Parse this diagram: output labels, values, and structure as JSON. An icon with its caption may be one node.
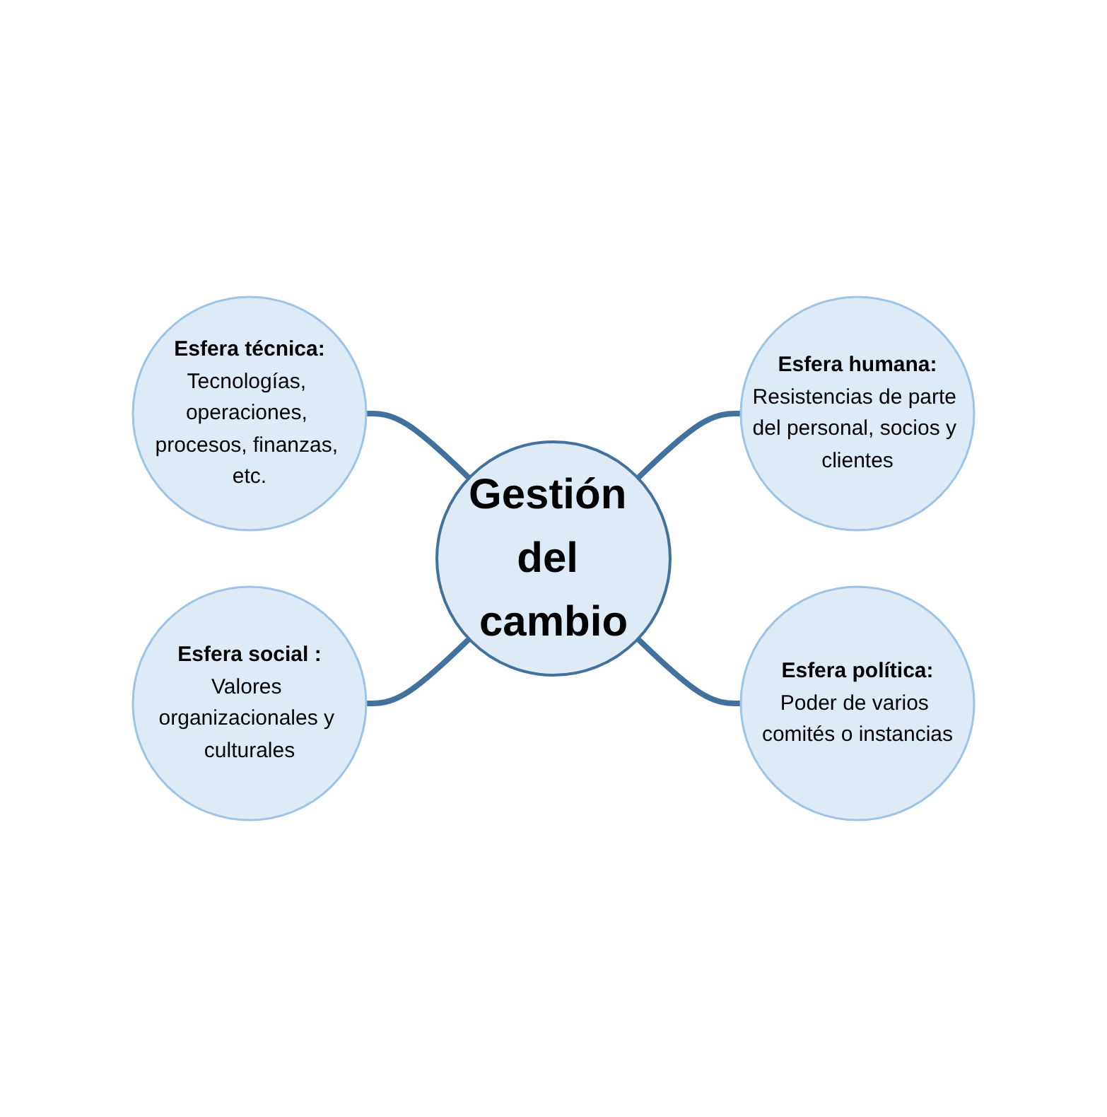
{
  "diagram": {
    "nodes": [
      {
        "text": [
          "Esfera técnica:",
          "Tecnologías, operaciones, procesos, finanzas, etc."
        ]
      },
      {
        "text": [
          "Esfera social :",
          "Valores organizacionales y culturales"
        ]
      },
      {
        "text": [
          "Gestión del cambio"
        ]
      },
      {
        "text": [
          "Esfera humana:",
          "Resistencias de parte del personal, socios y clientes"
        ]
      },
      {
        "text": [
          "Esfera política:",
          "Poder de varios comités o instancias"
        ]
      }
    ],
    "edges": [
      {
        "from": 0,
        "to": 2,
        "arrow": "none"
      },
      {
        "from": 1,
        "to": 2,
        "arrow": "none"
      },
      {
        "from": 2,
        "to": 3,
        "arrow": "none"
      },
      {
        "from": 2,
        "to": 4,
        "arrow": "none"
      }
    ]
  }
}
